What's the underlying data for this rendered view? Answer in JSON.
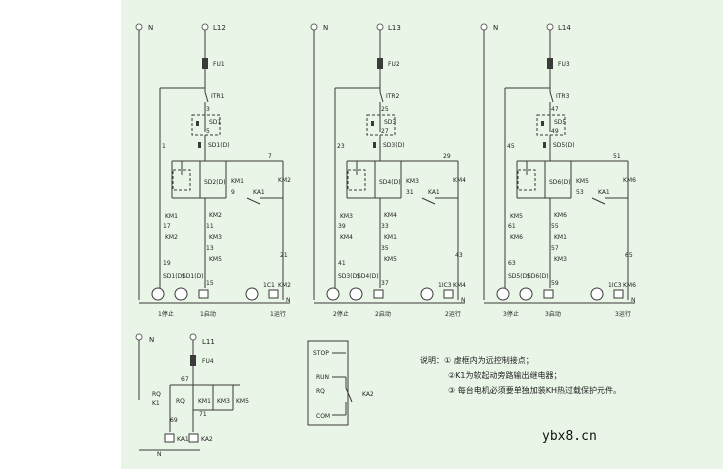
{
  "sections": [
    {
      "labels": {
        "neutral": "N",
        "line": "L12",
        "fuse": "FU1",
        "estop": "ITR1",
        "n3": "3",
        "stop": "SD1",
        "n5": "5",
        "start": "SD1(D)",
        "n7": "7",
        "n1": "1",
        "sel": "SD2(D)",
        "km1": "KM1",
        "n9": "9",
        "ka": "KA1",
        "km2c": "KM2",
        "r1": "KM1",
        "r17": "17",
        "r2": "KM2",
        "r19": "19",
        "m1": "KM2",
        "m11": "11",
        "m2": "KM3",
        "m13": "13",
        "m3": "KM5",
        "m15": "15",
        "n21": "21",
        "tl1": "SD1(D)",
        "tl2": "SD1(D)",
        "tl3": "1C1",
        "coil": "KM2",
        "nb": "N",
        "b1": "1停止",
        "b2": "1启动",
        "b3": "1运行"
      }
    },
    {
      "labels": {
        "neutral": "N",
        "line": "L13",
        "fuse": "FU2",
        "estop": "ITR2",
        "n3": "25",
        "stop": "SD3",
        "n5": "27",
        "start": "SD3(D)",
        "n7": "29",
        "n1": "23",
        "sel": "SD4(D)",
        "km1": "KM3",
        "n9": "31",
        "ka": "KA1",
        "km2c": "KM4",
        "r1": "KM3",
        "r17": "39",
        "r2": "KM4",
        "r19": "41",
        "m1": "KM4",
        "m11": "33",
        "m2": "KM1",
        "m13": "35",
        "m3": "KM5",
        "m15": "37",
        "n21": "43",
        "tl1": "SD3(D)",
        "tl2": "SD4(D)",
        "tl3": "1IC3",
        "coil": "KM4",
        "nb": "N",
        "b1": "2停止",
        "b2": "2启动",
        "b3": "2运行"
      }
    },
    {
      "labels": {
        "neutral": "N",
        "line": "L14",
        "fuse": "FU3",
        "estop": "ITR3",
        "n3": "47",
        "stop": "SD5",
        "n5": "49",
        "start": "SD5(D)",
        "n7": "51",
        "n1": "45",
        "sel": "SD6(D)",
        "km1": "KM5",
        "n9": "53",
        "ka": "KA1",
        "km2c": "KM6",
        "r1": "KM5",
        "r17": "61",
        "r2": "KM6",
        "r19": "63",
        "m1": "KM6",
        "m11": "55",
        "m2": "KM1",
        "m13": "57",
        "m3": "KM3",
        "m15": "59",
        "n21": "65",
        "tl1": "SD5(D)",
        "tl2": "SD6(D)",
        "tl3": "1IC3",
        "coil": "KM6",
        "nb": "N",
        "b1": "3停止",
        "b2": "3启动",
        "b3": "3运行"
      }
    }
  ],
  "bottom": {
    "neutral": "N",
    "line": "L11",
    "fuse": "FU4",
    "n67": "67",
    "rq": "RQ",
    "kt": "K1",
    "rq2": "RQ",
    "km1": "KM1",
    "km3": "KM3",
    "km5": "KM5",
    "n71": "71",
    "n69": "69",
    "ka1": "KA1",
    "ka2": "KA2",
    "nb": "N"
  },
  "box": {
    "stop": "STOP",
    "run": "RUN",
    "rq": "RQ",
    "com": "COM",
    "ka2": "KA2"
  },
  "note": {
    "title": "说明：① 虚框内为远控制接点；",
    "l2": "②K1为软起动旁路输出继电器；",
    "l3": "③ 每台电机必须要单独加装KH热过载保护元件。"
  },
  "watermark": "ybx8.cn"
}
